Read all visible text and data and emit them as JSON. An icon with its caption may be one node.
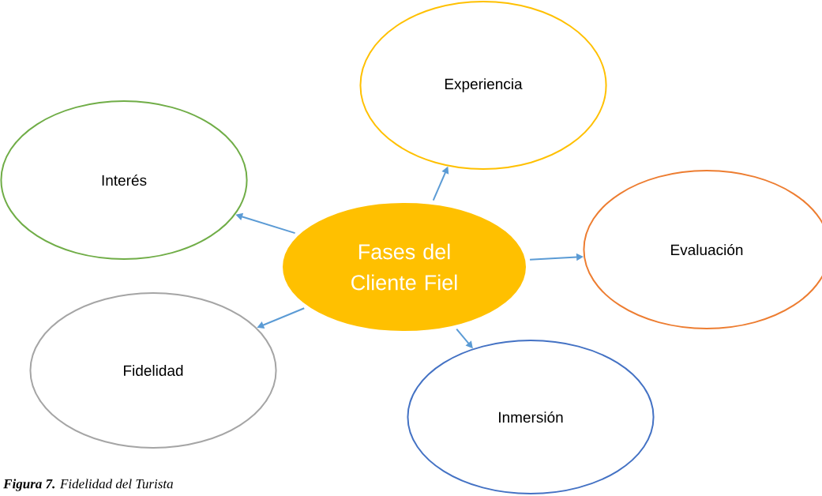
{
  "diagram": {
    "caption": "**Figura 7.** Fidelidad del Turista",
    "nodes": [
      {
        "text": [
          "Fases del Cliente Fiel"
        ]
      },
      {
        "text": [
          "Experiencia"
        ]
      },
      {
        "text": [
          "Interés"
        ]
      },
      {
        "text": [
          "Evaluación"
        ]
      },
      {
        "text": [
          "Fidelidad"
        ]
      },
      {
        "text": [
          "Inmersión"
        ]
      }
    ],
    "edges": [
      {
        "from": 0,
        "to": 1,
        "arrow": "to"
      },
      {
        "from": 0,
        "to": 2,
        "arrow": "to"
      },
      {
        "from": 0,
        "to": 3,
        "arrow": "to"
      },
      {
        "from": 0,
        "to": 4,
        "arrow": "to"
      },
      {
        "from": 0,
        "to": 5,
        "arrow": "to"
      }
    ]
  }
}
